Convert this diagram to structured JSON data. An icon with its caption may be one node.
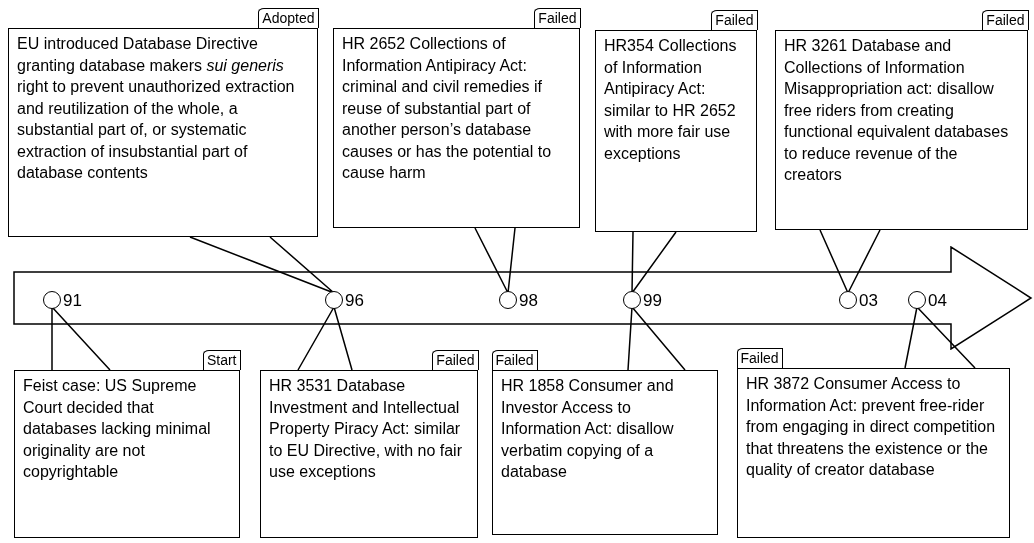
{
  "diagram": {
    "nodes": [
      {
        "text": [
          "Adopted",
          "EU introduced Database Directive granting database makers *sui generis* right to prevent unauthorized extraction and reutilization of the whole, a substantial part of, or systematic extraction of insubstantial part of database contents"
        ]
      },
      {
        "text": [
          "Failed",
          "HR 2652 Collections of Information Antipiracy Act: criminal and civil remedies if reuse of substantial part of another person’s database causes or has the potential to cause harm"
        ]
      },
      {
        "text": [
          "Failed",
          "HR354 Collections of Information Antipiracy Act: similar to HR 2652 with more fair use exceptions"
        ]
      },
      {
        "text": [
          "Failed",
          "HR 3261 Database and Collections of Information Misappropriation act: disallow free riders from creating functional equivalent databases to reduce revenue of the creators"
        ]
      },
      {
        "text": [],
        "shape": "arrow"
      },
      {
        "text": [],
        "shape": "circle",
        "in": 4,
        "beside": [
          "91"
        ]
      },
      {
        "text": [],
        "shape": "circle",
        "in": 4,
        "beside": [
          "96"
        ]
      },
      {
        "text": [],
        "shape": "circle",
        "in": 4,
        "beside": [
          "98"
        ]
      },
      {
        "text": [],
        "shape": "circle",
        "in": 4,
        "beside": [
          "99"
        ]
      },
      {
        "text": [],
        "shape": "circle",
        "in": 4,
        "beside": [
          "03"
        ]
      },
      {
        "text": [],
        "shape": "circle",
        "in": 4,
        "beside": [
          "04"
        ]
      },
      {
        "text": [
          "Start",
          "Feist case: US Supreme Court decided that databases lacking minimal originality are not copyrightable"
        ]
      },
      {
        "text": [
          "Failed",
          "HR 3531 Database Investment and Intellectual Property Piracy Act: similar to EU Directive, with no fair use exceptions"
        ]
      },
      {
        "text": [
          "Failed",
          "HR 1858 Consumer and Investor Access to Information Act: disallow verbatim copying of a database"
        ]
      },
      {
        "text": [
          "Failed",
          "HR 3872 Consumer Access to Information Act: prevent free-rider from engaging in direct competition that threatens the existence or the quality of creator database"
        ]
      }
    ],
    "edges": [
      {
        "from": 0,
        "to": 6,
        "arrow": "none"
      },
      {
        "from": 1,
        "to": 7,
        "arrow": "none"
      },
      {
        "from": 2,
        "to": 8,
        "arrow": "none"
      },
      {
        "from": 3,
        "to": 9,
        "arrow": "none"
      },
      {
        "from": 11,
        "to": 5,
        "arrow": "none"
      },
      {
        "from": 12,
        "to": 6,
        "arrow": "none"
      },
      {
        "from": 13,
        "to": 8,
        "arrow": "none"
      },
      {
        "from": 14,
        "to": 10,
        "arrow": "none"
      }
    ]
  }
}
